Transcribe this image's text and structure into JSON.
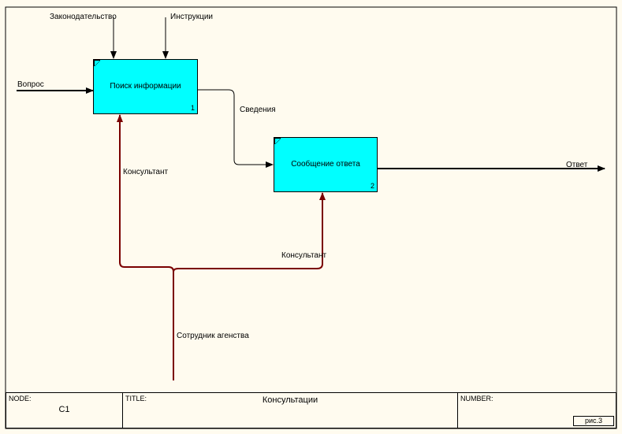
{
  "arrows": {
    "control_1": "Законодательство",
    "control_2": "Инструкции",
    "input_1": "Вопрос",
    "info": "Сведения",
    "output_1": "Ответ",
    "mech_1": "Консультант",
    "mech_2": "Консультант",
    "mech_source": "Сотрудник агенства"
  },
  "boxes": {
    "b1": {
      "title": "Поиск информации",
      "num": "1"
    },
    "b2": {
      "title": "Сообщение ответа",
      "num": "2"
    }
  },
  "footer": {
    "node_key": "NODE:",
    "node_val": "C1",
    "title_key": "TITLE:",
    "title_val": "Консультации",
    "number_key": "NUMBER:",
    "fig": "рис.3"
  },
  "colors": {
    "box_fill": "#00ffff",
    "mechanism_arrow": "#8b0000",
    "background": "#fffbef"
  }
}
